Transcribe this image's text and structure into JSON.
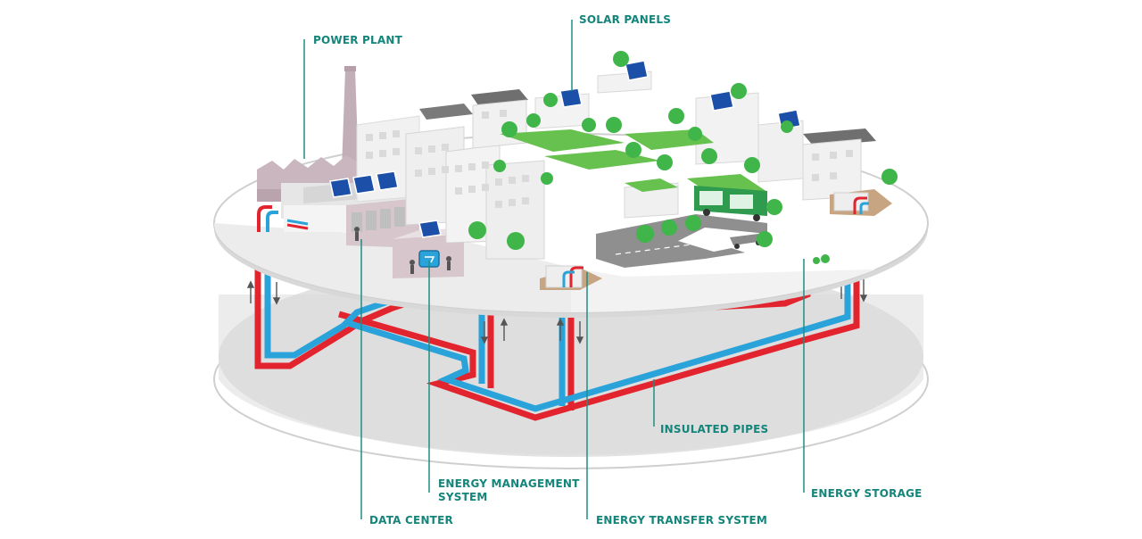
{
  "colors": {
    "label_teal": "#13857a",
    "leader_teal": "#1d8f82",
    "pipe_red": "#e2242f",
    "pipe_blue": "#2aa3da",
    "tree_green": "#3fb54a",
    "park_green": "#67c14f",
    "solar_blue": "#1b4fa8",
    "building_grey": "#ededed",
    "plant_mauve": "#c9b6be",
    "ground_grey": "#dcdcdc"
  },
  "labels": {
    "solar_panels": "SOLAR PANELS",
    "power_plant": "POWER PLANT",
    "insulated_pipes": "INSULATED PIPES",
    "energy_management_line1": "ENERGY MANAGEMENT",
    "energy_management_line2": "SYSTEM",
    "energy_storage": "ENERGY STORAGE",
    "data_center": "DATA CENTER",
    "energy_transfer_system": "ENERGY TRANSFER SYSTEM"
  }
}
